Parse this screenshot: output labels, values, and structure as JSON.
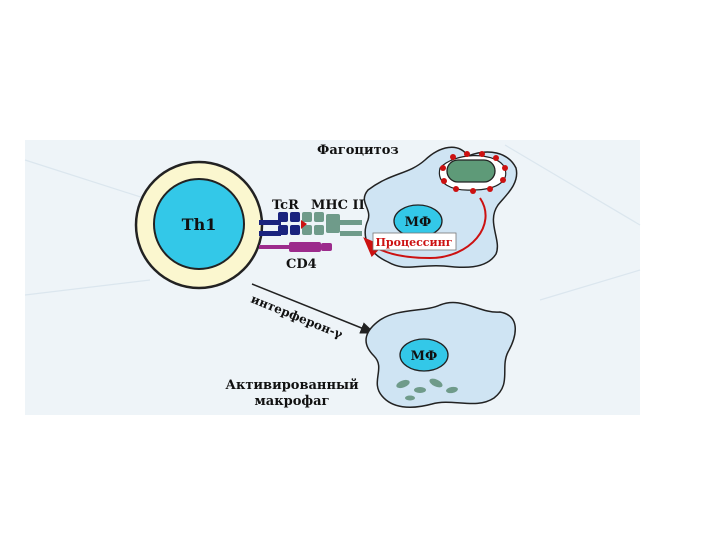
{
  "diagram": {
    "labels": {
      "phagocytosis": "Фагоцитоз",
      "th1": "Th1",
      "tcr": "TcR",
      "mhc": "MHC II",
      "cd4": "CD4",
      "mf_top": "МФ",
      "processing": "Процессинг",
      "interferon": "интерферон-γ",
      "mf_bottom": "МФ",
      "activated_line1": "Активированный",
      "activated_line2": "макрофаг"
    },
    "colors": {
      "panel": "#eef4f8",
      "macrophage": "#cfe4f3",
      "nucleus": "#33c8e8",
      "th1_outer": "#fbf7cf",
      "tcr": "#1a237e",
      "mhc": "#6f9b8a",
      "cd4": "#9c2b8c",
      "bacterium": "#5e9a78",
      "dots": "#cc1111",
      "arrow_red": "#cc1111"
    }
  }
}
